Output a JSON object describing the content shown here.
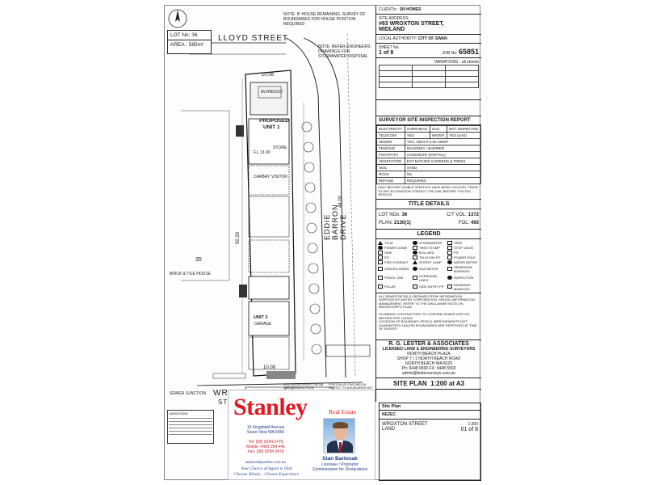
{
  "plan": {
    "lot_label": "LOT No: 36",
    "area_label": "AREA :",
    "area_value": "585m²",
    "street_top": "LLOYD STREET",
    "street_bottom_1": "WROXTON",
    "street_bottom_2": "STREET",
    "drive_label": "EDDIE   BARRON   DRIVE",
    "lot_number": "35",
    "note_top": "NOTE: IF HOUSE REMAINING, SURVEY OF BOUNDARIES FOR HOUSE POSITION REQUIRED",
    "note_storm": "NOTE: REFER ENGINEERS DRAWINGS FOR STORMWATER DISPOSAL",
    "dim_top": "10.08",
    "dim_bottom": "10.08",
    "dim_side": "50.29",
    "dim_right": "44.00",
    "proposed": "PROPOSED",
    "unit1": "UNIT 1",
    "unit2": "UNIT 2",
    "alfresco": "ALFRESCO",
    "store": "STORE",
    "carbay": "CARBAY",
    "garage": "GARAGE",
    "visitor": "VISITOR",
    "fl": "F.L 13.00",
    "brick_house": "BRICK & TILE HOUSE",
    "sewer_junction": "SEWER JUNCTION",
    "aus_height": "AUSTRALIAN HEIGHT DATUM (AHD) DERIVED FROM STORMWATER",
    "position_note": "POSITION OF FEATURES IN RESPECT TO BOUNDARIES NOT GUARANTEED",
    "vari_title": "VARIATIONS"
  },
  "panel": {
    "client_label": "CLIENT/s:",
    "client": "SN HOMES",
    "site_address_label": "SITE ADDRESS:",
    "site_address_1": "#63 WROXTON STREET,",
    "site_address_2": "MIDLAND",
    "local_authority_label": "LOCAL AUTHORITY:",
    "local_authority": "CITY OF SWAN",
    "sheet_label": "SHEET No.",
    "sheet": "1 of 8",
    "job_label": "JOB No:",
    "job": "65851",
    "variations_label": "VARIATIONS - all sheets",
    "inspection_title": "SURVEYOR SITE INSPECTION REPORT",
    "electricity": "OVERHEAD",
    "telecom": "YES",
    "gas": "NOT INSPECTED",
    "water": "YES (LHS)",
    "sewer": "YES, ABOUT 0.6m DEEP",
    "fencing": "MASONRY / BARRIER",
    "footpath": "CONCRETE (PARTIAL)",
    "vegetation": "EST MATURE GARDENS & TREES",
    "soil": "SAND",
    "rock": "NIL",
    "refuse": "REQUIRED",
    "survey_note": "ONLY BEFORE VISIBLE SERVICES HAVE BEEN LOCATED. PRIOR TO ANY EXCAVATION CONTACT THE DIAL BEFORE YOU DIG SERVICE",
    "title_details": "TITLE DETAILS",
    "lot_no_label": "LOT NOs:",
    "lot_no": "36",
    "ct_vol_label": "C/T VOL:",
    "ct_vol": "1372",
    "plan_label": "PLAN:",
    "plan_no": "2130(1)",
    "fol_label": "FOL:",
    "fol": "493",
    "legend_title": "LEGEND",
    "legend": [
      "T.B.M.",
      "STORMWATER",
      "TREE",
      "POWER DOME",
      "TREE STUMP",
      "STOP VALVE",
      "HINE",
      "BOLLARD",
      "PIT",
      "PIT",
      "TELECOM PIT",
      "POWER POLE",
      "FIRE HYDRANT",
      "STREET LAMP",
      "WATER METER",
      "GRATED DRAIN",
      "GAS METER",
      "SEWERAGE MANHOLE",
      "FENCE LINE",
      "OVERHEAD LINES",
      "INSPECTION",
      "PILLAR",
      "SIDE ENTRY PIT",
      "DRAINAGE MANHOLE"
    ],
    "notes": "ALL SEWER DETAILS OBTAINED FROM INFORMATION SUPPLIED BY WATER CORPORATION. SPATIAL INFORMATION MANAGEMENT. REFER TO THE DISCLAIMER NOTE ON WATERCORP'S PLAN.",
    "plumbing_note": "PLUMBING CONTRACTORS TO CONFIRM SEWER DEPTHS BEFORE PIPE LAYING.",
    "location_note": "LOCATION OF BOUNDARY PEGS & IMPROVEMENTS NOT GUARANTEED UNLESS BOUNDARIES ARE REPEGGED AT TIME OF SURVEY.",
    "firm_name": "R. G. LESTER & ASSOCIATES",
    "firm_sub": "LICENSED LAND & ENGINEERING SURVEYORS",
    "firm_loc": "NORTH BEACH PLAZA",
    "firm_addr1": "SHOP 7 / 1 NORTH BEACH ROAD",
    "firm_addr2": "NORTH BEACH    WA 6020",
    "firm_phone": "Ph: 9448 9600    FX: 9448 5500",
    "firm_email": "admin@lestersurveys.com.au",
    "site_plan_title": "SITE PLAN",
    "site_plan_scale": "1:200 at A3"
  },
  "title_block": {
    "header": "Site Plan",
    "code": "NEZEC",
    "address_1": "WROXTON  STREET",
    "address_2": "LAND",
    "sheet": "01 of 8",
    "scale": "1:200"
  },
  "card": {
    "brand": "Stanley",
    "tagline": "Real Estate",
    "address_1": "19 Kingsfield Avenue",
    "address_2": "Swan View WA 6056",
    "tel": "Tel: (08) 9294 2476",
    "mobile": "Mobile: 0409 294 441",
    "fax": "Fax: (08) 9294 2476",
    "web": "www.realtyonline.com.au",
    "slogan_1": "Your Choice of Agent is Vital",
    "slogan_2": "Choose Wisely... Choose Experience",
    "agent_name": "Stan Bartosak",
    "agent_role_1": "Licensee / Proprietor",
    "agent_role_2": "Commissioner for Declarations"
  }
}
